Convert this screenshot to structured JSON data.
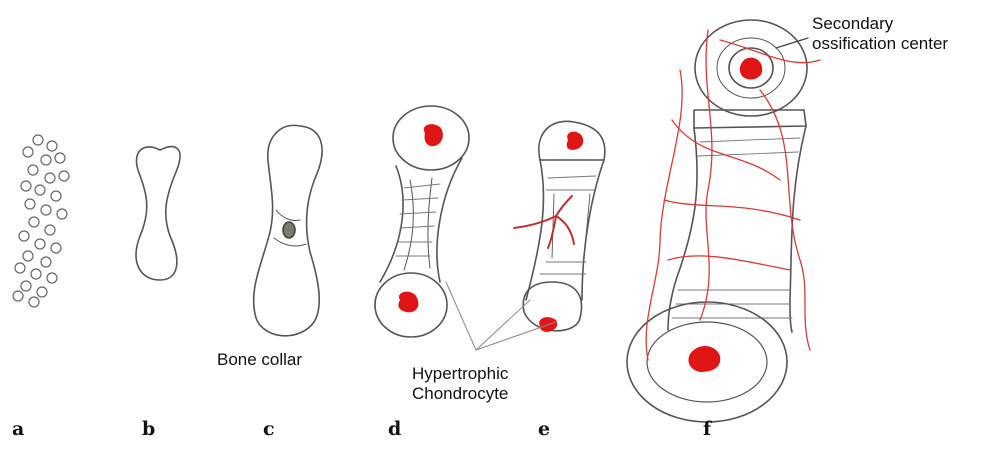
{
  "panel_letters": [
    "a",
    "b",
    "c",
    "d",
    "e",
    "f"
  ],
  "labels": {
    "bone_collar": "Bone collar",
    "hypertrophic_line1": "Hypertrophic",
    "hypertrophic_line2": "Chondrocyte",
    "secondary_line1": "Secondary",
    "secondary_line2": "ossification center"
  },
  "colors": {
    "outline": "#555555",
    "ossification": "#e01515",
    "vessel": "#d63a3a",
    "background": "#ffffff"
  }
}
